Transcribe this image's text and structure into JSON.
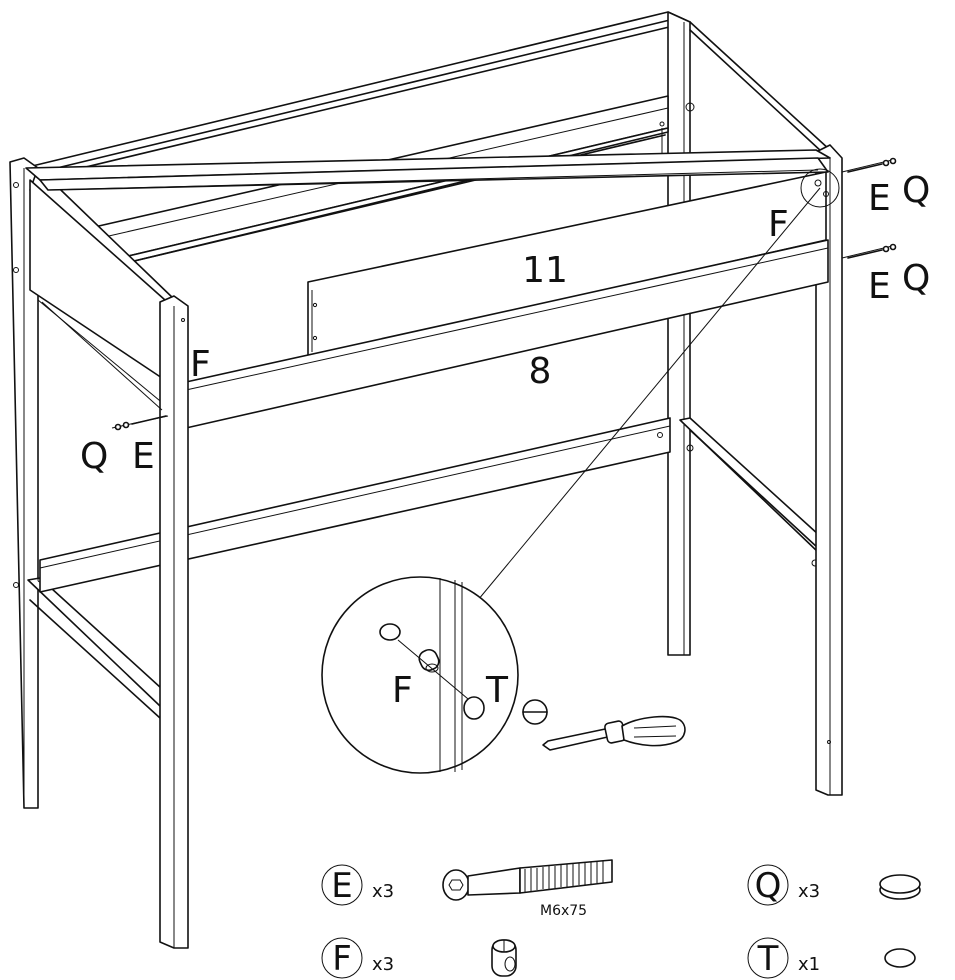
{
  "labels": {
    "top_panel": "11",
    "front_rail": "8",
    "f_top_right": "F",
    "f_left": "F",
    "e_top_right_1": "E",
    "q_top_right_1": "Q",
    "e_top_right_2": "E",
    "q_top_right_2": "Q",
    "q_left": "Q",
    "e_left": "E",
    "detail_f": "F",
    "detail_t": "T"
  },
  "parts": [
    {
      "letter": "E",
      "qty": "x3",
      "spec": "M6x75",
      "icon": "bolt-icon"
    },
    {
      "letter": "F",
      "qty": "x3",
      "icon": "barrel-nut-icon"
    },
    {
      "letter": "Q",
      "qty": "x3",
      "icon": "cap-icon"
    },
    {
      "letter": "T",
      "qty": "x1",
      "icon": "flat-cap-icon"
    }
  ],
  "tools": [
    {
      "icon": "flathead-screwdriver-icon"
    },
    {
      "icon": "flathead-slot-icon"
    }
  ]
}
